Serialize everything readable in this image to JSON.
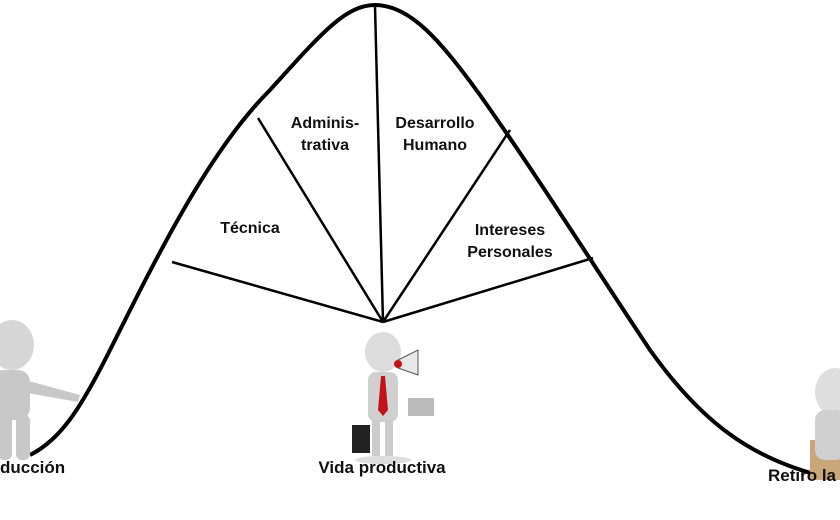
{
  "segments": {
    "tecnica": "Técnica",
    "administrativa_1": "Adminis-",
    "administrativa_2": "trativa",
    "desarrollo_1": "Desarrollo",
    "desarrollo_2": "Humano",
    "intereses_1": "Intereses",
    "intereses_2": "Personales"
  },
  "stages": {
    "induccion": "ducción",
    "vida_productiva": "Vida productiva",
    "retiro": "Retiro la"
  }
}
